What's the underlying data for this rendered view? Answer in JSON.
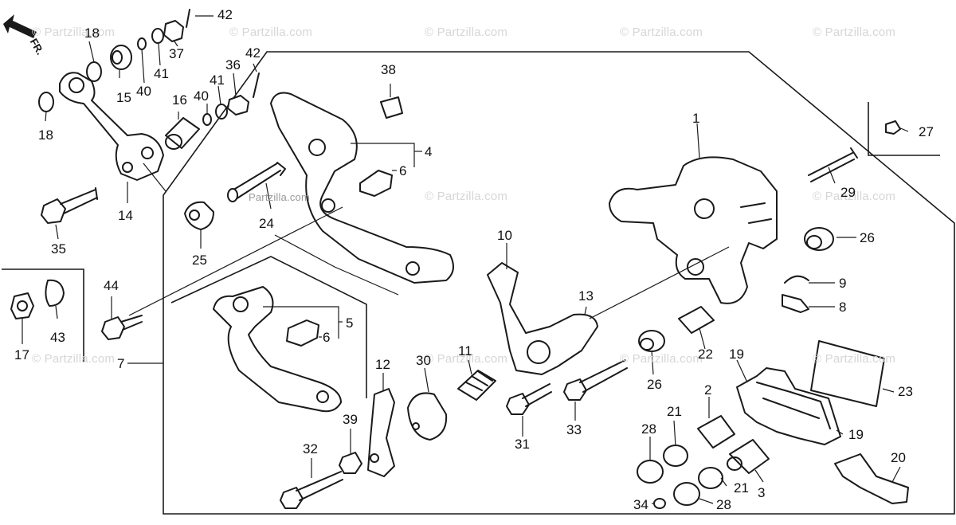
{
  "watermark": {
    "text": "© Partzilla.com",
    "center_text": "Partzilla.com"
  },
  "front_arrow": {
    "text": "FR."
  },
  "callouts": [
    "1",
    "2",
    "3",
    "4",
    "5",
    "6",
    "6",
    "7",
    "8",
    "9",
    "10",
    "11",
    "12",
    "13",
    "14",
    "15",
    "16",
    "17",
    "18",
    "18",
    "19",
    "19",
    "20",
    "21",
    "21",
    "22",
    "23",
    "24",
    "25",
    "26",
    "26",
    "27",
    "28",
    "28",
    "29",
    "30",
    "31",
    "32",
    "33",
    "34",
    "35",
    "36",
    "37",
    "38",
    "39",
    "40",
    "40",
    "41",
    "41",
    "42",
    "42",
    "43",
    "44"
  ]
}
